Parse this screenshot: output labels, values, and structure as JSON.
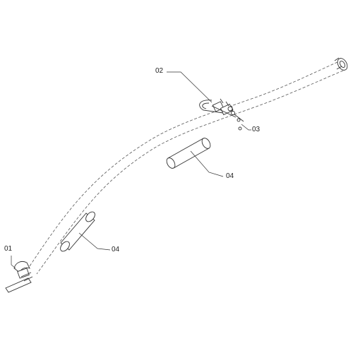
{
  "diagram": {
    "labels": {
      "part_01": "01",
      "part_02": "02",
      "part_03": "03",
      "part_04_upper": "04",
      "part_04_lower": "04"
    },
    "colors": {
      "line": "#333333",
      "dash": "#555555",
      "background": "#ffffff"
    }
  }
}
